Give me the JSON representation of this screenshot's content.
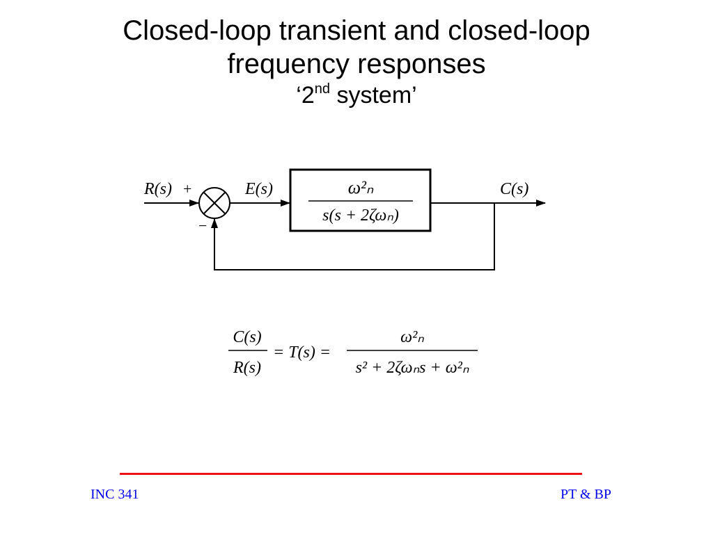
{
  "slide": {
    "title_line1": "Closed-loop transient and closed-loop",
    "title_line2": "frequency responses",
    "subtitle_open": "‘2",
    "subtitle_sup": "nd",
    "subtitle_rest": " system’"
  },
  "diagram": {
    "input": "R(s)",
    "plus_sign": "+",
    "minus_sign": "−",
    "error": "E(s)",
    "output": "C(s)",
    "tf_numerator": "ω²ₙ",
    "tf_denominator": "s(s + 2ζωₙ)"
  },
  "equation": {
    "lhs_numerator": "C(s)",
    "lhs_denominator": "R(s)",
    "middle": "= T(s) =",
    "rhs_numerator": "ω²ₙ",
    "rhs_denominator": "s² + 2ζωₙs + ω²ₙ"
  },
  "footer": {
    "left": "INC 341",
    "right": "PT & BP"
  },
  "colors": {
    "rule": "#ee1111",
    "footer_text": "#0000ee"
  }
}
